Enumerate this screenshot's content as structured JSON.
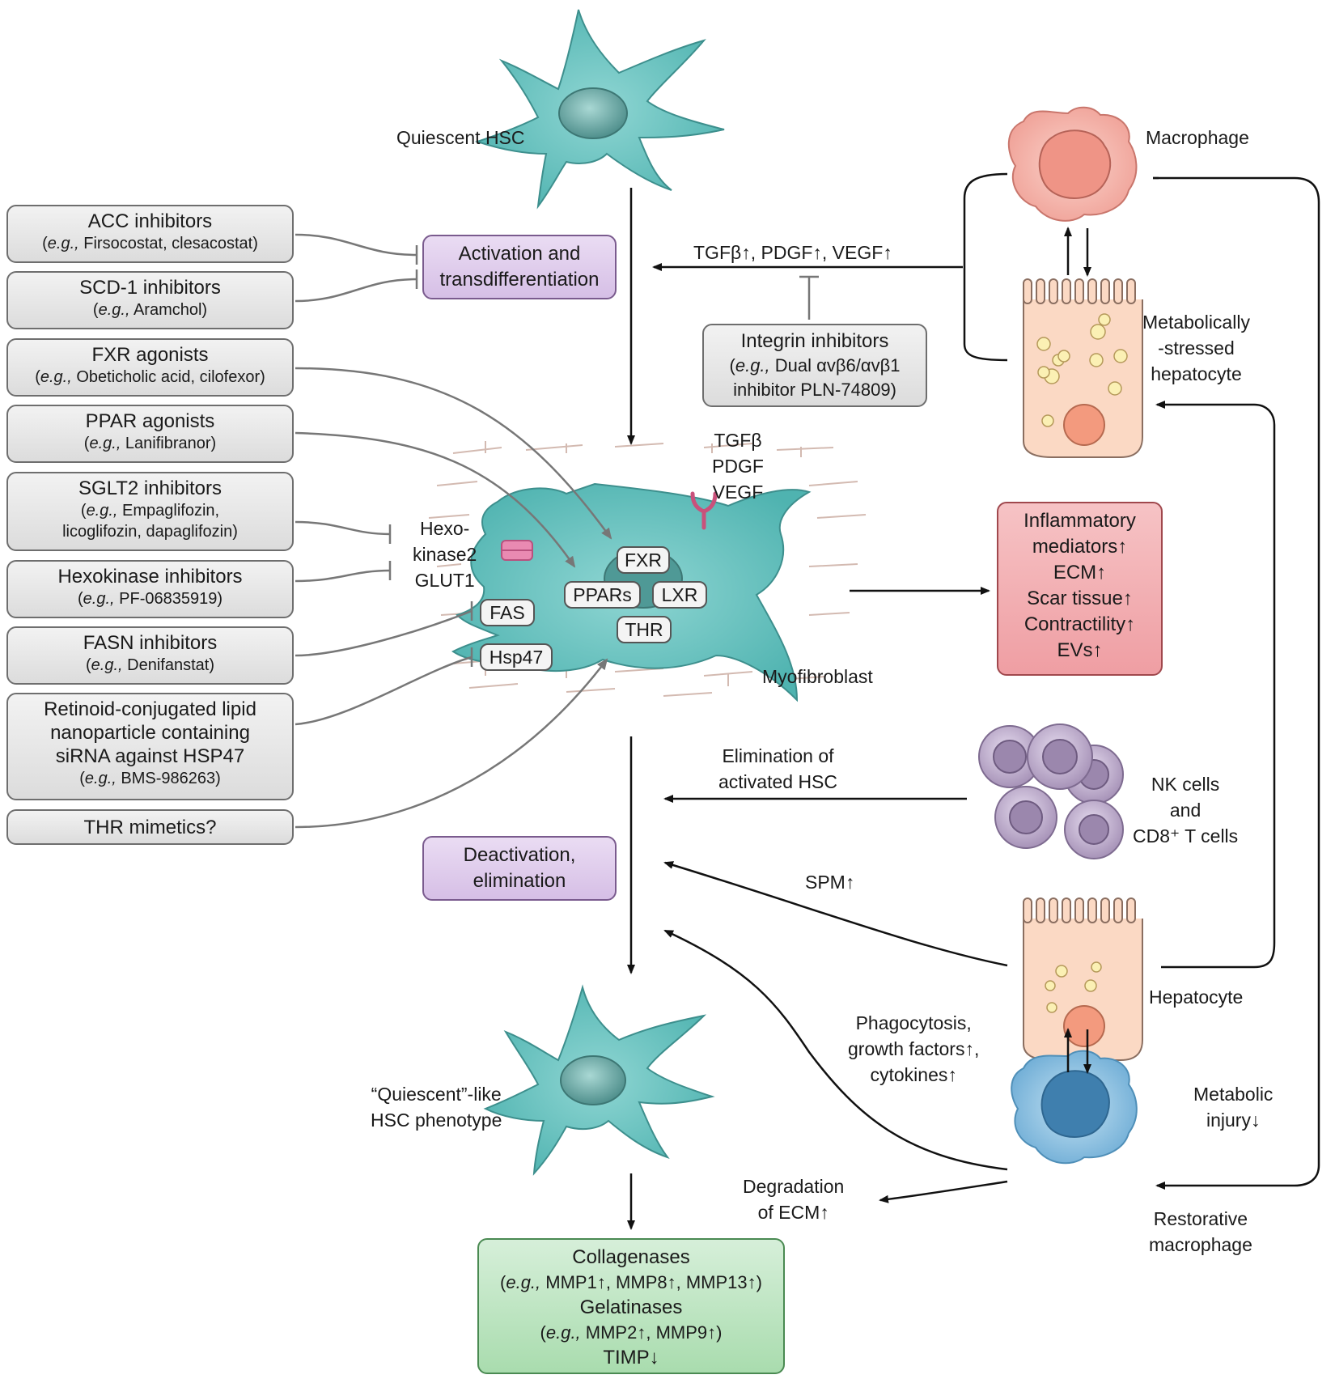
{
  "drugs": [
    {
      "name": "ACC inhibitors",
      "example": "(e.g., Firsocostat, clesacostat)"
    },
    {
      "name": "SCD-1 inhibitors",
      "example": "(e.g., Aramchol)"
    },
    {
      "name": "FXR agonists",
      "example": "(e.g., Obeticholic acid, cilofexor)"
    },
    {
      "name": "PPAR agonists",
      "example": "(e.g., Lanifibranor)"
    },
    {
      "name": "SGLT2 inhibitors",
      "example": "(e.g., Empaglifozin,",
      "example2": "licoglifozin, dapaglifozin)"
    },
    {
      "name": "Hexokinase inhibitors",
      "example": "(e.g., PF-06835919)"
    },
    {
      "name": "FASN inhibitors",
      "example": "(e.g., Denifanstat)"
    },
    {
      "name": "Retinoid-conjugated lipid",
      "name2": "nanoparticle containing",
      "name3": "siRNA against HSP47",
      "example": "(e.g., BMS-986263)"
    },
    {
      "name": "THR mimetics?"
    }
  ],
  "cells": {
    "quiescent_hsc": "Quiescent HSC",
    "macrophage": "Macrophage",
    "stressed_hepatocyte": [
      "Metabolically",
      "-stressed",
      "hepatocyte"
    ],
    "myofibroblast": "Myofibroblast",
    "nk_cells": [
      "NK cells",
      "and",
      "CD8⁺ T cells"
    ],
    "hepatocyte": "Hepatocyte",
    "restorative_macrophage": [
      "Restorative",
      "macrophage"
    ],
    "quiescent_like": [
      "“Quiescent”-like",
      "HSC phenotype"
    ]
  },
  "process_boxes": {
    "activation": [
      "Activation and",
      "transdifferentiation"
    ],
    "deactivation": [
      "Deactivation,",
      "elimination"
    ]
  },
  "signals": {
    "growth_factors_up": "TGFβ↑, PDGF↑, VEGF↑",
    "receptor_ligands": [
      "TGFβ",
      "PDGF",
      "VEGF"
    ],
    "glycolysis": [
      "Hexo-",
      "kinase2",
      "GLUT1"
    ],
    "elimination": [
      "Elimination of",
      "activated HSC"
    ],
    "spm": "SPM↑",
    "phagocytosis": [
      "Phagocytosis,",
      "growth factors↑,",
      "cytokines↑"
    ],
    "metabolic_injury": [
      "Metabolic",
      "injury↓"
    ],
    "degradation": [
      "Degradation",
      "of ECM↑"
    ]
  },
  "integrin": {
    "name": "Integrin inhibitors",
    "line2": "(e.g., Dual αvβ6/αvβ1",
    "line3": "inhibitor PLN-74809)"
  },
  "targets": [
    "FXR",
    "PPARs",
    "LXR",
    "THR",
    "FAS",
    "Hsp47"
  ],
  "outcomes": [
    "Inflammatory",
    "mediators↑",
    "ECM↑",
    "Scar tissue↑",
    "Contractility↑",
    "EVs↑"
  ],
  "enzymes": [
    "Collagenases",
    "(e.g., MMP1↑, MMP8↑, MMP13↑)",
    "Gelatinases",
    "(e.g., MMP2↑, MMP9↑)",
    "TIMP↓"
  ],
  "colors": {
    "hsc": "#5fbfbd",
    "macrophage": "#f2aaa0",
    "restorative": "#7fb8dc",
    "nk": "#b9a6c6",
    "hepatocyte": "#fbd9c4"
  }
}
